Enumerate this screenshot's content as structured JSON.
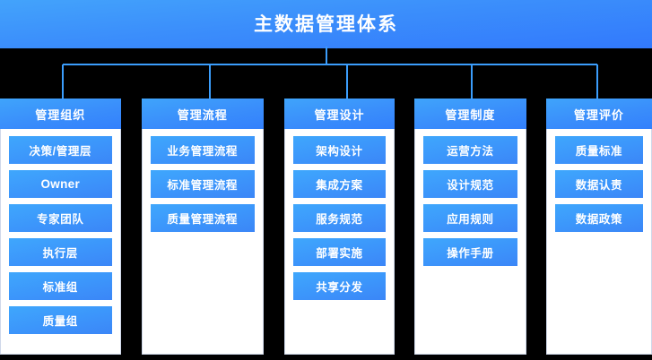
{
  "header": {
    "title": "主数据管理体系",
    "accent": "#3b8efb",
    "text_color": "#ffffff"
  },
  "connector": {
    "color": "#3b9dfb",
    "description": "tree-connector"
  },
  "columns": [
    {
      "id": "management-organization",
      "title": "管理组织",
      "items": [
        {
          "label": "决策/管理层",
          "latin": false
        },
        {
          "label": "Owner",
          "latin": true
        },
        {
          "label": "专家团队",
          "latin": false
        },
        {
          "label": "执行层",
          "latin": false
        },
        {
          "label": "标准组",
          "latin": false
        },
        {
          "label": "质量组",
          "latin": false
        }
      ]
    },
    {
      "id": "management-process",
      "title": "管理流程",
      "items": [
        {
          "label": "业务管理流程",
          "latin": false
        },
        {
          "label": "标准管理流程",
          "latin": false
        },
        {
          "label": "质量管理流程",
          "latin": false
        }
      ]
    },
    {
      "id": "management-design",
      "title": "管理设计",
      "items": [
        {
          "label": "架构设计",
          "latin": false
        },
        {
          "label": "集成方案",
          "latin": false
        },
        {
          "label": "服务规范",
          "latin": false
        },
        {
          "label": "部署实施",
          "latin": false
        },
        {
          "label": "共享分发",
          "latin": false
        }
      ]
    },
    {
      "id": "management-system",
      "title": "管理制度",
      "items": [
        {
          "label": "运营方法",
          "latin": false
        },
        {
          "label": "设计规范",
          "latin": false
        },
        {
          "label": "应用规则",
          "latin": false
        },
        {
          "label": "操作手册",
          "latin": false
        }
      ]
    },
    {
      "id": "management-evaluation",
      "title": "管理评价",
      "items": [
        {
          "label": "质量标准",
          "latin": false
        },
        {
          "label": "数据认责",
          "latin": false
        },
        {
          "label": "数据政策",
          "latin": false
        }
      ]
    }
  ]
}
